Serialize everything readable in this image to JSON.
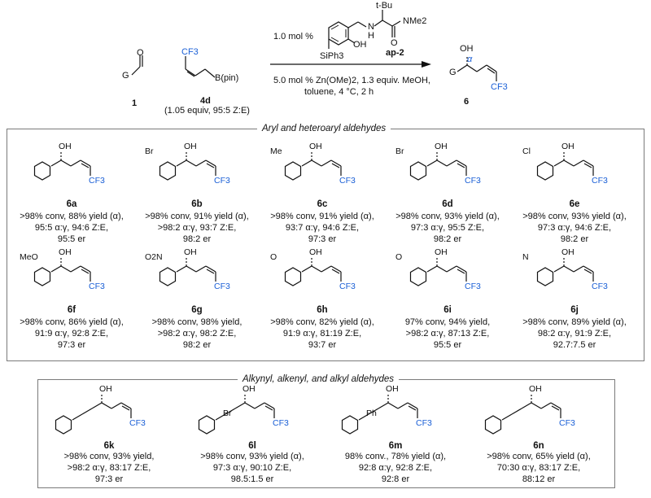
{
  "scheme": {
    "reagent1_label": "1",
    "reagent1_atoms": {
      "g": "G",
      "o": "O"
    },
    "reagent2_label": "4d",
    "reagent2_note": "(1.05 equiv, 95:5 Z:E)",
    "reagent2_atoms": {
      "cf3": "CF3",
      "bpin": "B(pin)"
    },
    "catalyst_loading": "1.0 mol %",
    "catalyst_label": "ap-2",
    "catalyst_atoms": {
      "tbu": "t-Bu",
      "nh": "N",
      "h": "H",
      "o": "O",
      "nme2": "NMe2",
      "oh": "OH",
      "siph3": "SiPh3"
    },
    "conditions_line1": "5.0 mol % Zn(OMe)2, 1.3 equiv. MeOH,",
    "conditions_line2": "toluene, 4 °C, 2 h",
    "product_label": "6",
    "product_atoms": {
      "oh": "OH",
      "alpha": "α",
      "g": "G",
      "cf3": "CF3"
    }
  },
  "panel1": {
    "title": "Aryl and heteroaryl aldehydes",
    "compounds": [
      {
        "id": "6a",
        "substituent": "",
        "lines": [
          ">98% conv, 88% yield (α),",
          "95:5 α:γ, 94:6 Z:E,",
          "95:5 er"
        ]
      },
      {
        "id": "6b",
        "substituent": "Br",
        "lines": [
          ">98% conv, 91% yield (α),",
          ">98:2 α:γ, 93:7 Z:E,",
          "98:2 er"
        ]
      },
      {
        "id": "6c",
        "substituent": "Me",
        "lines": [
          ">98% conv, 91% yield (α),",
          "93:7 α:γ, 94:6 Z:E,",
          "97:3 er"
        ]
      },
      {
        "id": "6d",
        "substituent": "Br",
        "lines": [
          ">98% conv, 93% yield (α),",
          "97:3 α:γ, 95:5 Z:E,",
          "98:2 er"
        ]
      },
      {
        "id": "6e",
        "substituent": "Cl",
        "lines": [
          ">98% conv, 93% yield (α),",
          "97:3 α:γ, 94:6 Z:E,",
          "98:2 er"
        ]
      },
      {
        "id": "6f",
        "substituent": "MeO",
        "lines": [
          ">98% conv, 86% yield (α),",
          "91:9 α:γ,  92:8 Z:E,",
          "97:3 er"
        ]
      },
      {
        "id": "6g",
        "substituent": "O2N",
        "lines": [
          ">98% conv, 98% yield,",
          ">98:2 α:γ, 98:2 Z:E,",
          "98:2 er"
        ]
      },
      {
        "id": "6h",
        "substituent": "O",
        "lines": [
          ">98% conv, 82% yield (α),",
          "91:9 α:γ, 81:19 Z:E,",
          "93:7 er"
        ]
      },
      {
        "id": "6i",
        "substituent": "O",
        "lines": [
          "97% conv, 94% yield,",
          ">98:2 α:γ, 87:13 Z:E,",
          "95:5 er"
        ]
      },
      {
        "id": "6j",
        "substituent": "N",
        "lines": [
          ">98% conv, 89% yield (α),",
          "98:2 α:γ, 91:9 Z:E,",
          "92.7:7.5 er"
        ]
      }
    ]
  },
  "panel2": {
    "title": "Alkynyl, alkenyl, and alkyl aldehydes",
    "compounds": [
      {
        "id": "6k",
        "substituent": "",
        "lines": [
          ">98% conv, 93% yield,",
          ">98:2 α:γ, 83:17 Z:E,",
          "97:3 er"
        ]
      },
      {
        "id": "6l",
        "substituent": "Br",
        "lines": [
          ">98% conv, 93% yield (α),",
          "97:3 α:γ, 90:10 Z:E,",
          "98.5:1.5 er"
        ]
      },
      {
        "id": "6m",
        "substituent": "Ph",
        "lines": [
          "98% conv., 78% yield (α),",
          "92:8 α:γ, 92:8 Z:E,",
          "92:8 er"
        ]
      },
      {
        "id": "6n",
        "substituent": "",
        "lines": [
          ">98% conv, 65% yield (α),",
          "70:30 α:γ, 83:17 Z:E,",
          "88:12 er"
        ]
      }
    ]
  },
  "common_atoms": {
    "oh": "OH",
    "cf3": "CF3"
  }
}
